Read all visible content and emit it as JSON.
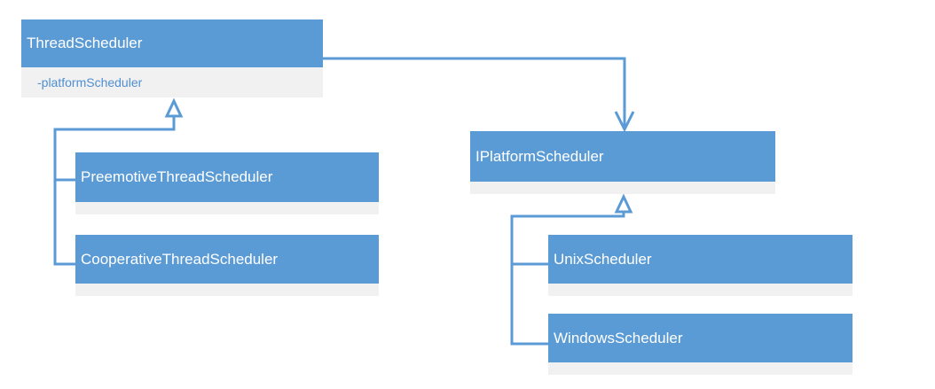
{
  "colors": {
    "header": "#5b9bd5",
    "body": "#f2f1f2",
    "line": "#5b9bd5",
    "attribute_text": "#4f8fd0"
  },
  "classes": {
    "thread_scheduler": {
      "name": "ThreadScheduler",
      "attributes": [
        "-platformScheduler"
      ]
    },
    "preemptive_thread_scheduler": {
      "name": "PreemotiveThreadScheduler",
      "attributes": []
    },
    "cooperative_thread_scheduler": {
      "name": "CooperativeThreadScheduler",
      "attributes": []
    },
    "iplatform_scheduler": {
      "name": "IPlatformScheduler",
      "attributes": []
    },
    "unix_scheduler": {
      "name": "UnixScheduler",
      "attributes": []
    },
    "windows_scheduler": {
      "name": "WindowsScheduler",
      "attributes": []
    }
  },
  "relations": [
    {
      "type": "association",
      "from": "thread_scheduler",
      "to": "iplatform_scheduler"
    },
    {
      "type": "inheritance",
      "from": "preemptive_thread_scheduler",
      "to": "thread_scheduler"
    },
    {
      "type": "inheritance",
      "from": "cooperative_thread_scheduler",
      "to": "thread_scheduler"
    },
    {
      "type": "inheritance",
      "from": "unix_scheduler",
      "to": "iplatform_scheduler"
    },
    {
      "type": "inheritance",
      "from": "windows_scheduler",
      "to": "iplatform_scheduler"
    }
  ]
}
